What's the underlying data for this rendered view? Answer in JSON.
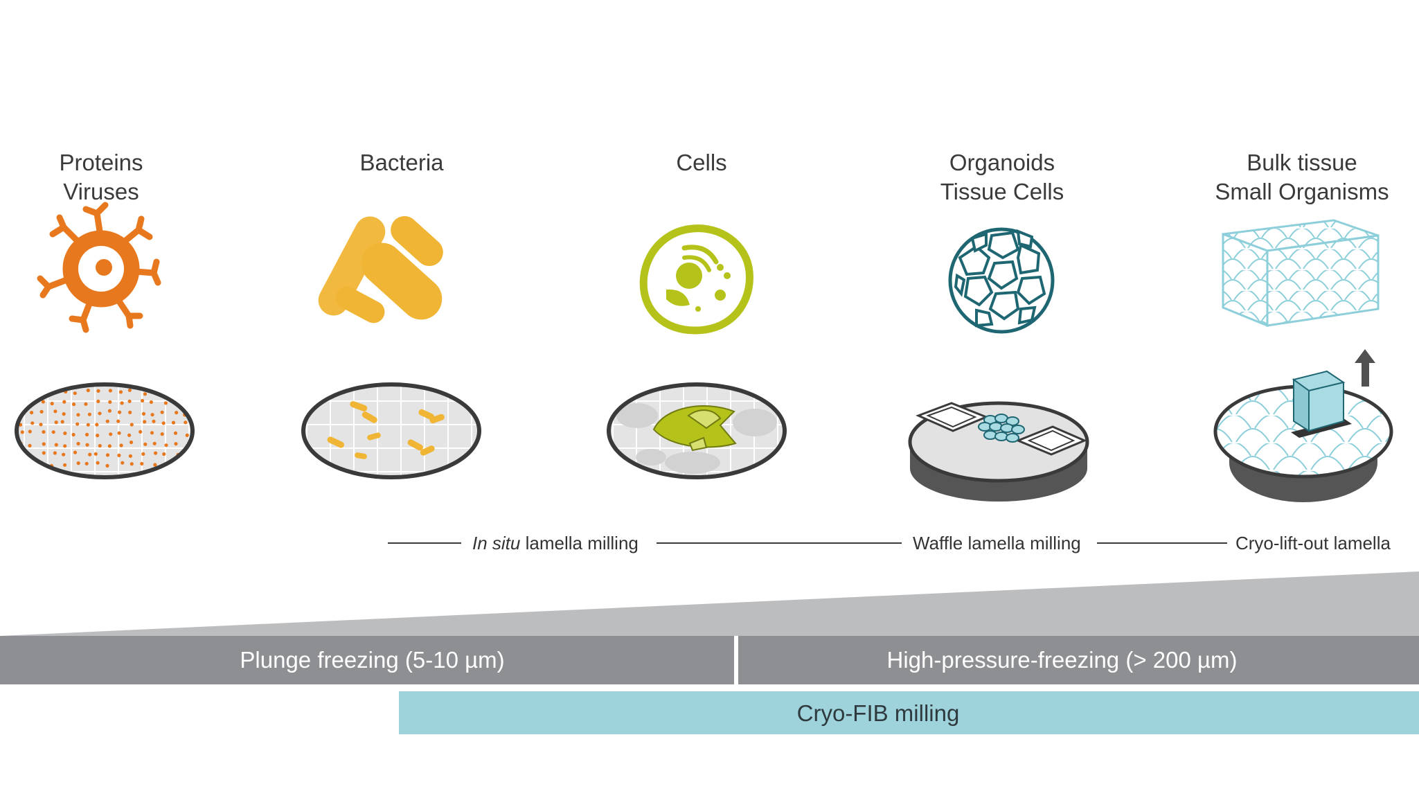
{
  "categories": [
    {
      "line1": "Proteins",
      "line2": "Viruses"
    },
    {
      "line1": "Bacteria",
      "line2": ""
    },
    {
      "line1": "Cells",
      "line2": ""
    },
    {
      "line1": "Organoids",
      "line2": "Tissue Cells"
    },
    {
      "line1": "Bulk tissue",
      "line2": "Small Organisms"
    }
  ],
  "methods": {
    "in_situ_italic": "In situ",
    "in_situ_rest": " lamella milling",
    "waffle": "Waffle lamella milling",
    "lift_out": "Cryo-lift-out lamella"
  },
  "bars": {
    "plunge": "Plunge freezing (5-10 µm)",
    "hpf": "High-pressure-freezing (> 200 µm)",
    "fib": "Cryo-FIB milling"
  },
  "colors": {
    "protein_orange": "#e8781e",
    "bacteria_yellow": "#f0b535",
    "cell_green": "#b5c21a",
    "organoid_teal": "#1f6673",
    "tissue_blue": "#a9dbe3",
    "bar_gray": "#8e8f93",
    "wedge_gray": "#bcbdbf",
    "fib_teal": "#9fd3dc"
  },
  "icons": [
    "virus-icon",
    "bacteria-icon",
    "cell-icon",
    "organoid-icon",
    "tissue-block-icon",
    "up-arrow-icon"
  ]
}
